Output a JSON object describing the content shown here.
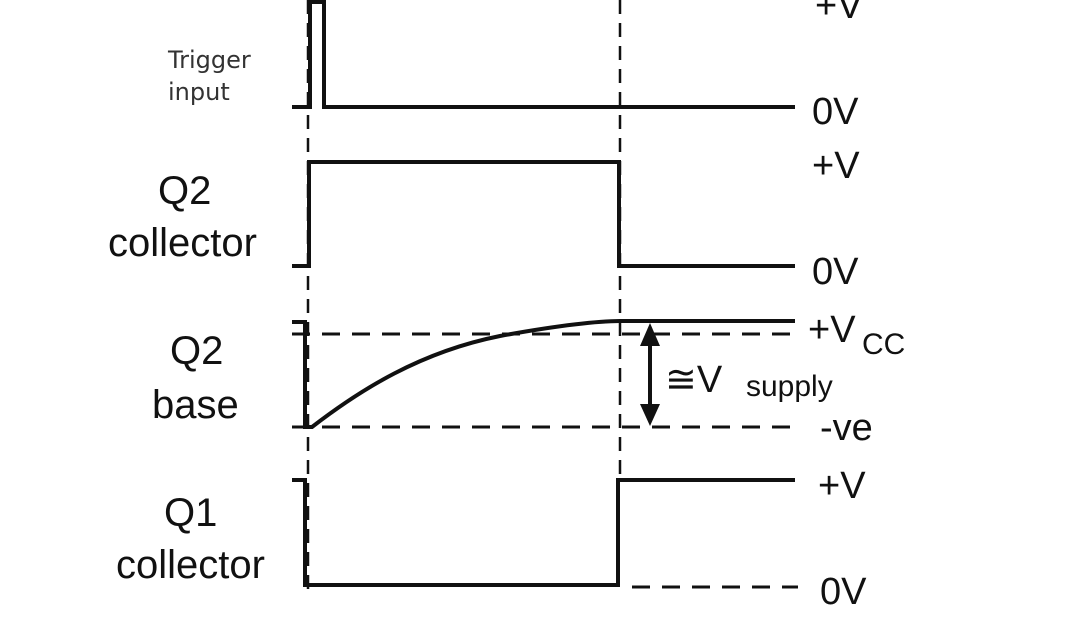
{
  "trigger": {
    "label_line1": "Trigger",
    "label_line2": "input",
    "level_high": "+V",
    "level_low": "0V"
  },
  "q2_collector": {
    "label_line1": "Q2",
    "label_line2": "collector",
    "level_high": "+V",
    "level_low": "0V"
  },
  "q2_base": {
    "label_line1": "Q2",
    "label_line2": "base",
    "level_high_main": "+V",
    "level_high_sub": "CC",
    "swing_approx": "≅V",
    "swing_sub": "supply",
    "level_low": "-ve"
  },
  "q1_collector": {
    "label_line1": "Q1",
    "label_line2": "collector",
    "level_high": "+V",
    "level_low": "0V"
  }
}
